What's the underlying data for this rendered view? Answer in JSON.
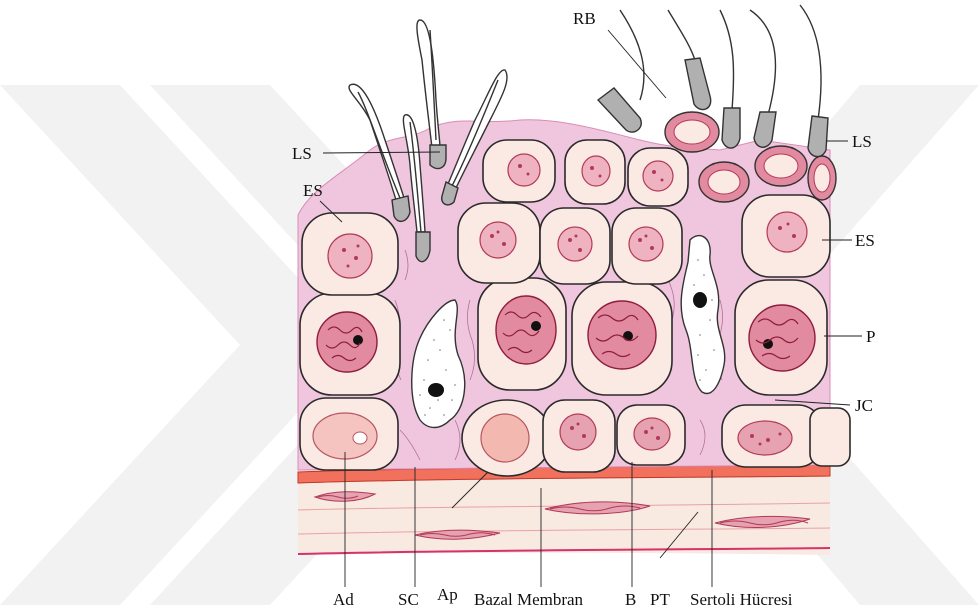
{
  "labels": {
    "rb": "RB",
    "ls_left": "LS",
    "ls_right": "LS",
    "es_left": "ES",
    "es_right": "ES",
    "p": "P",
    "jc": "JC",
    "ad": "Ad",
    "sc": "SC",
    "ap": "Ap",
    "bazal": "Bazal Membran",
    "b": "B",
    "pt": "PT",
    "sertoli": "Sertoli Hücresi"
  },
  "colors": {
    "background": "#ffffff",
    "sertoli_cytoplasm": "#f0c6de",
    "germ_cell_fill": "#fbe9e4",
    "nucleus": "#e7a2b2",
    "chromatin": "#b23a57",
    "basal_membrane": "#f2715c",
    "tunica": "#f7e6dd",
    "tunica_lines": "#e6939d",
    "watermark": "#f1f1f1"
  }
}
